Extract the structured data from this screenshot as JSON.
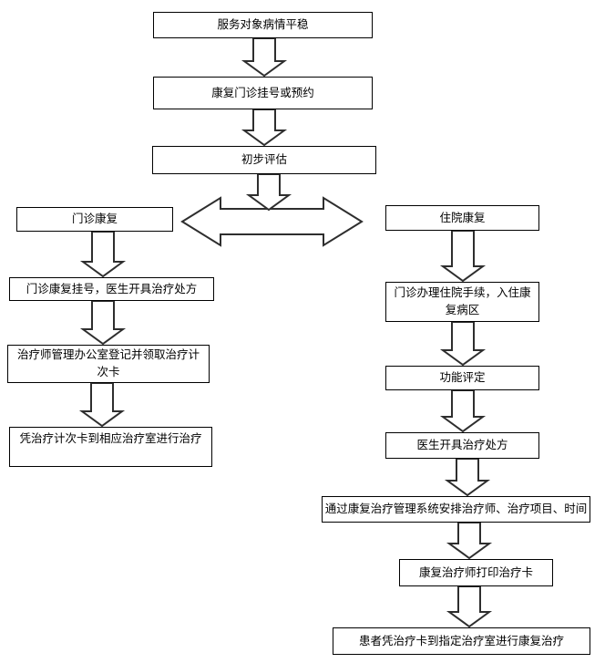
{
  "colors": {
    "background": "#ffffff",
    "box_border": "#000000",
    "box_fill": "#ffffff",
    "arrow_outline": "#2e2e2e",
    "text": "#000000"
  },
  "diagram": {
    "type": "flowchart",
    "nodes": {
      "start": {
        "label": "服务对象病情平稳"
      },
      "register": {
        "label": "康复门诊挂号或预约"
      },
      "initial_assessment": {
        "label": "初步评估"
      },
      "outpatient_rehab": {
        "label": "门诊康复"
      },
      "inpatient_rehab": {
        "label": "住院康复"
      },
      "outpatient_register": {
        "label": "门诊康复挂号，医生开具治疗处方"
      },
      "therapist_office": {
        "label": [
          "治疗师管理办公室登记并领取治疗计",
          "次卡"
        ]
      },
      "treatment_with_card": {
        "label": "凭治疗计次卡到相应治疗室进行治疗"
      },
      "admission": {
        "label": [
          "门诊办理住院手续，入住康",
          "复病区"
        ]
      },
      "function_assessment": {
        "label": "功能评定"
      },
      "doctor_prescription": {
        "label": "医生开具治疗处方"
      },
      "system_schedule": {
        "label": "通过康复治疗管理系统安排治疗师、治疗项目、时间"
      },
      "print_card": {
        "label": "康复治疗师打印治疗卡"
      },
      "rehab_treatment": {
        "label": "患者凭治疗卡到指定治疗室进行康复治疗"
      }
    }
  }
}
